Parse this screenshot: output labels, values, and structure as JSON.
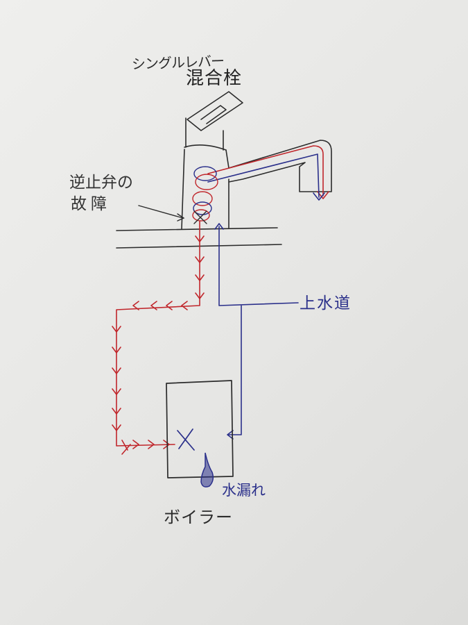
{
  "labels": {
    "faucet_title_line1": "シングルレバー",
    "faucet_title_line2": "混合栓",
    "check_valve_line1": "逆止弁の",
    "check_valve_line2": "故障",
    "water_main": "上水道",
    "water_leak": "水漏れ",
    "boiler": "ボイラー"
  },
  "colors": {
    "paper": "#e9e9e7",
    "pen_black": "#2b2b2b",
    "hot_water_red": "#c0262b",
    "cold_water_blue": "#2a2f8a"
  }
}
